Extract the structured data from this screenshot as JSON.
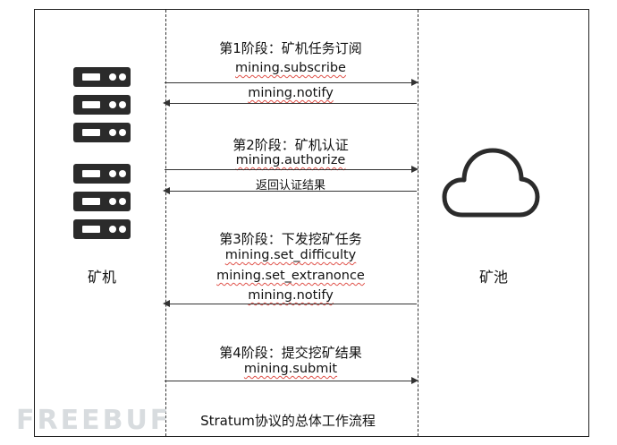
{
  "actors": {
    "miner": "矿机",
    "pool": "矿池"
  },
  "icons": {
    "miner": "server-icon",
    "pool": "cloud-icon"
  },
  "stages": [
    {
      "title": "第1阶段：矿机任务订阅",
      "messages": [
        "mining.subscribe",
        "mining.notify"
      ]
    },
    {
      "title": "第2阶段：矿机认证",
      "messages": [
        "mining.authorize",
        "返回认证结果"
      ]
    },
    {
      "title": "第3阶段：下发挖矿任务",
      "messages": [
        "mining.set_difficulty",
        "mining.set_extranonce",
        "mining.notify"
      ]
    },
    {
      "title": "第4阶段：提交挖矿结果",
      "messages": [
        "mining.submit"
      ]
    }
  ],
  "caption": "Stratum协议的总体工作流程",
  "watermark": "FREEBUF"
}
